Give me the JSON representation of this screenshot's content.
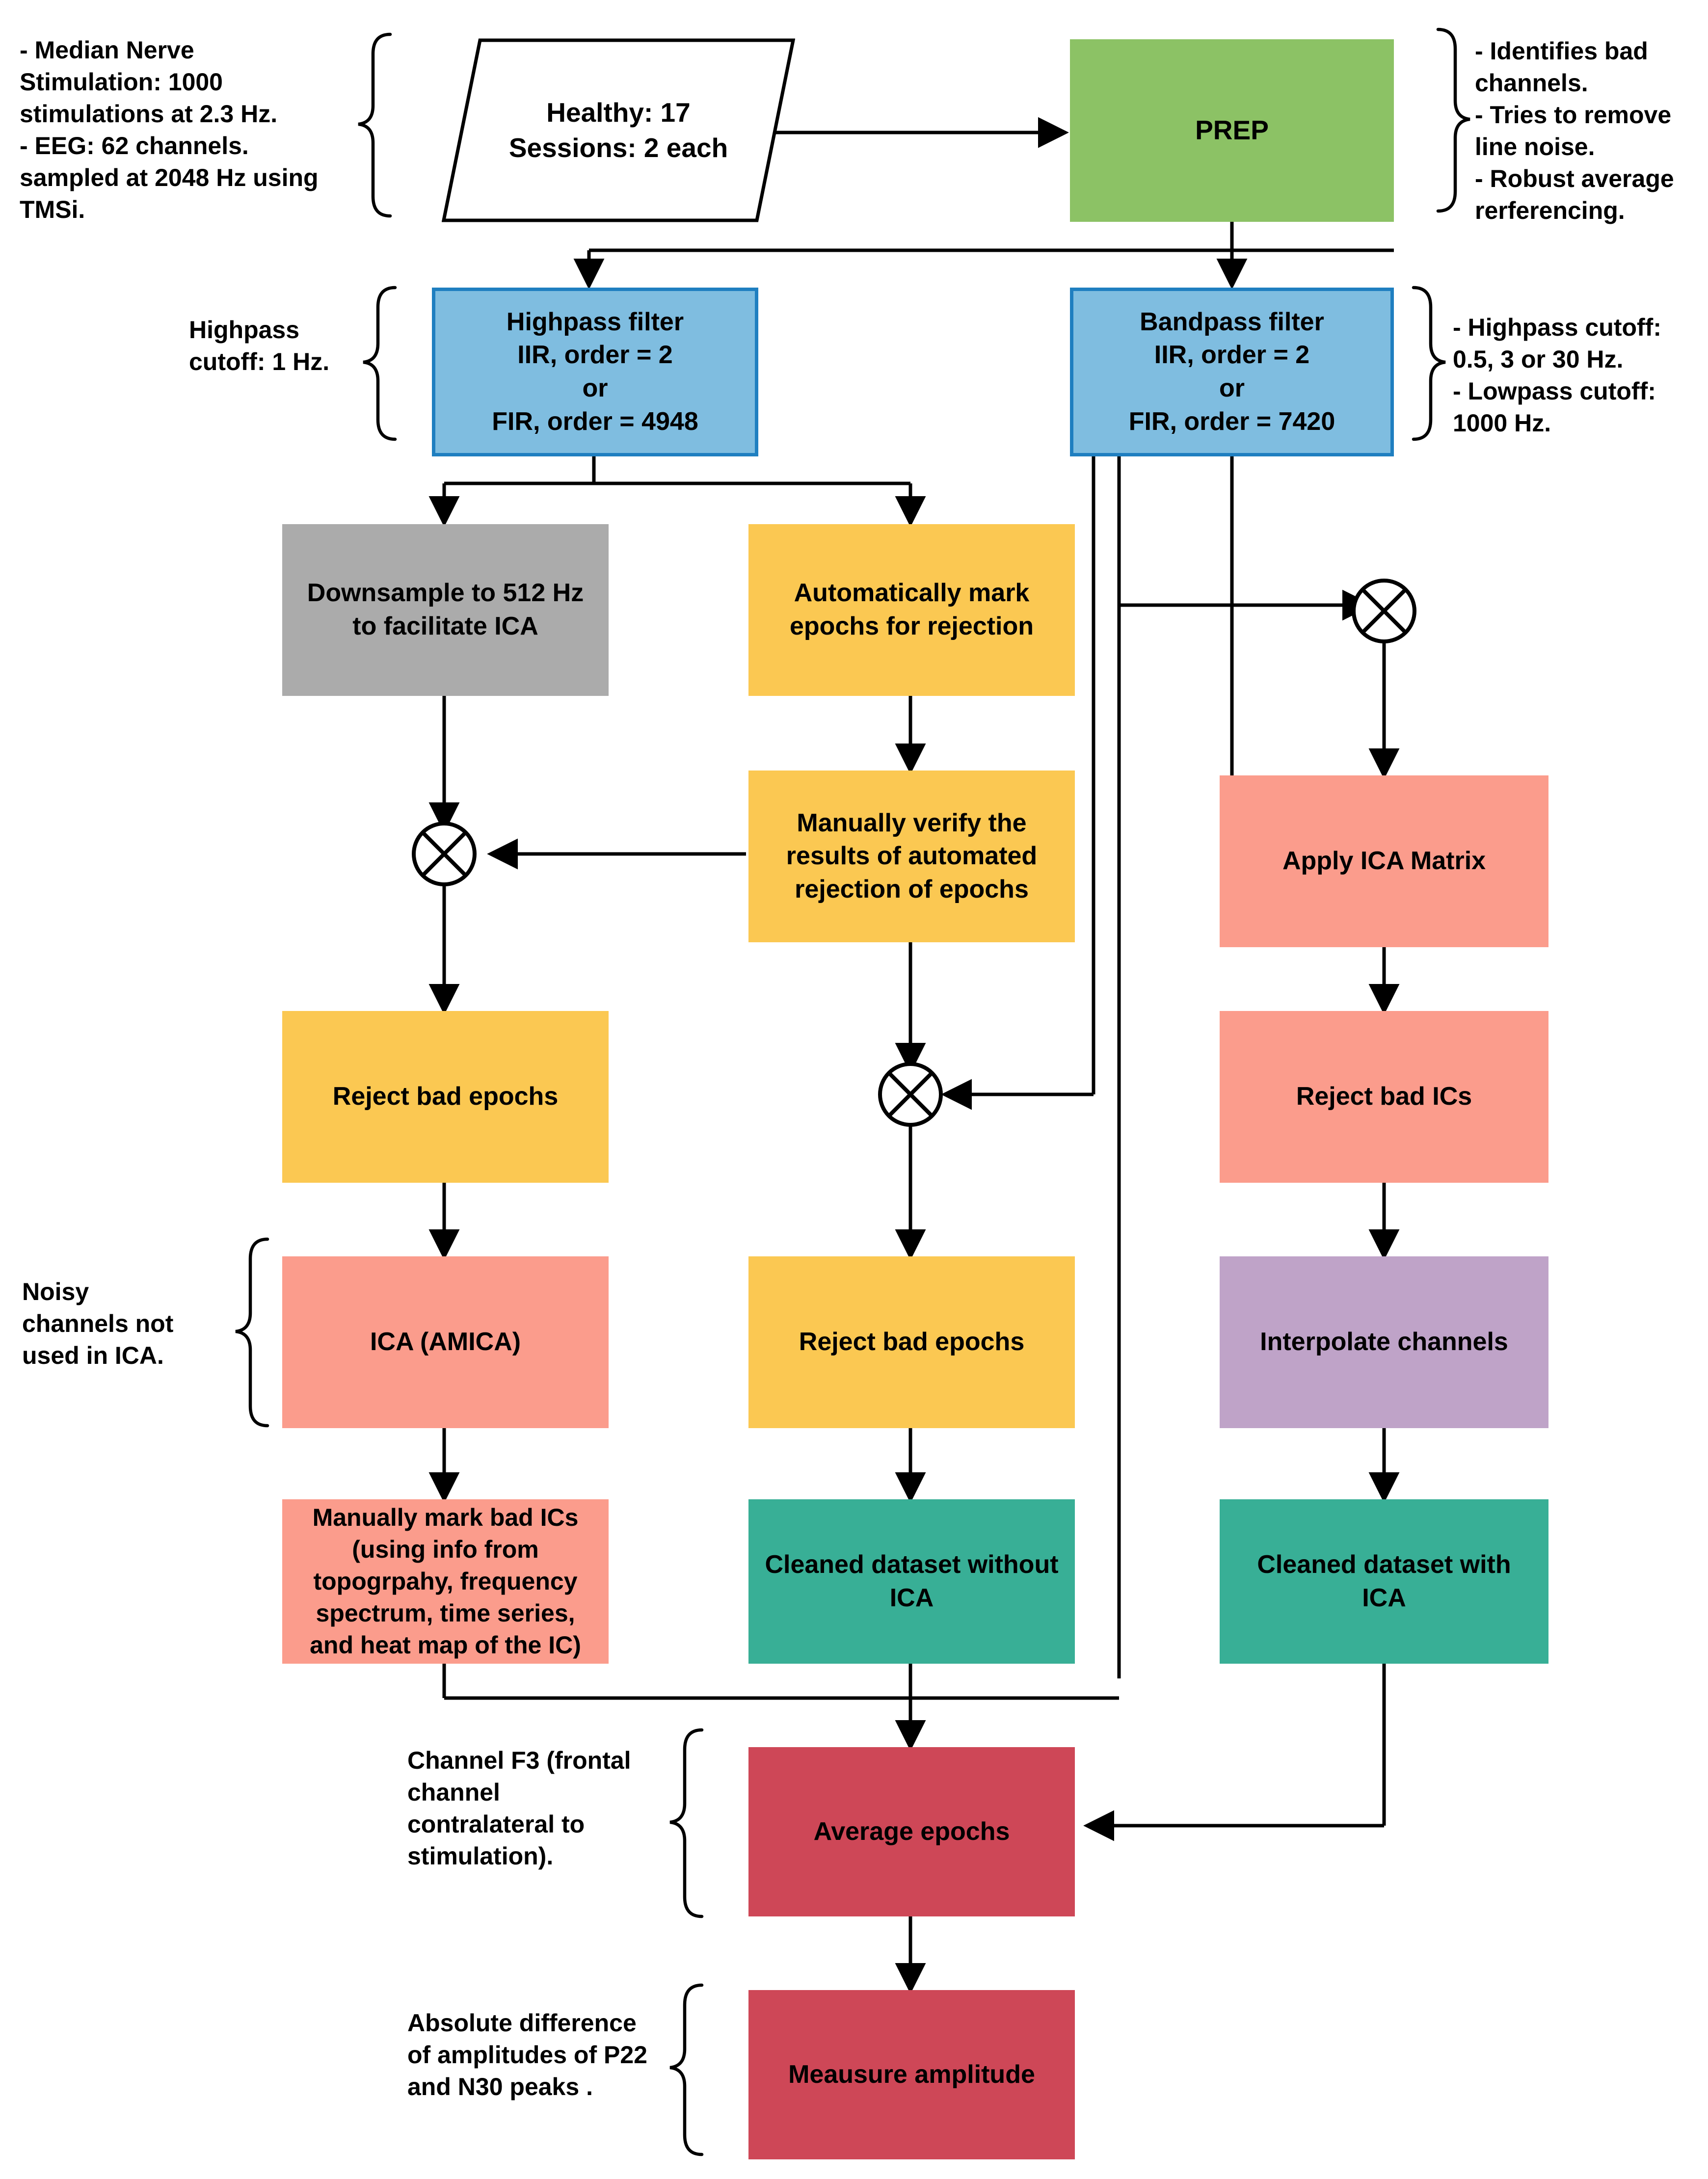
{
  "diagram": {
    "title": "EEG preprocessing pipeline flowchart",
    "colors": {
      "green": "#8CC265",
      "blue": "#7FBDE0",
      "blue_border": "#1F7FC0",
      "gray": "#ABABAB",
      "yellow": "#FBC852",
      "salmon": "#FB9C8C",
      "purple": "#BFA3C8",
      "teal": "#38AF96",
      "crimson": "#CE4757",
      "white": "#FFFFFF",
      "stroke": "#000000"
    },
    "nodes": {
      "dataset": {
        "label": "Healthy: 17\nSessions: 2 each",
        "shape": "parallelogram",
        "fill": "#FFFFFF"
      },
      "prep": {
        "label": "PREP",
        "shape": "rect",
        "fill": "#8CC265"
      },
      "highpass": {
        "label": "Highpass filter\nIIR, order = 2\nor\nFIR, order = 4948",
        "shape": "rect",
        "fill": "#7FBDE0"
      },
      "bandpass": {
        "label": "Bandpass filter\nIIR, order = 2\nor\nFIR, order = 7420",
        "shape": "rect",
        "fill": "#7FBDE0"
      },
      "downsample": {
        "label": "Downsample to 512 Hz\nto facilitate ICA",
        "shape": "rect",
        "fill": "#ABABAB"
      },
      "auto_mark": {
        "label": "Automatically mark\nepochs for rejection",
        "shape": "rect",
        "fill": "#FBC852"
      },
      "manual_verify": {
        "label": "Manually verify the\nresults of automated\nrejection of epochs",
        "shape": "rect",
        "fill": "#FBC852"
      },
      "apply_ica": {
        "label": "Apply ICA Matrix",
        "shape": "rect",
        "fill": "#FB9C8C"
      },
      "reject_epochs_left": {
        "label": "Reject bad epochs",
        "shape": "rect",
        "fill": "#FBC852"
      },
      "reject_ics": {
        "label": "Reject bad ICs",
        "shape": "rect",
        "fill": "#FB9C8C"
      },
      "ica_amica": {
        "label": "ICA (AMICA)",
        "shape": "rect",
        "fill": "#FB9C8C"
      },
      "reject_epochs_mid": {
        "label": "Reject bad epochs",
        "shape": "rect",
        "fill": "#FBC852"
      },
      "interpolate": {
        "label": "Interpolate channels",
        "shape": "rect",
        "fill": "#BFA3C8"
      },
      "mark_bad_ics": {
        "label": "Manually mark bad ICs\n(using info from\ntopogrpahy, frequency\nspectrum, time series,\nand heat map of the IC)",
        "shape": "rect",
        "fill": "#FB9C8C"
      },
      "cleaned_without_ica": {
        "label": "Cleaned dataset without\nICA",
        "shape": "rect",
        "fill": "#38AF96"
      },
      "cleaned_with_ica": {
        "label": "Cleaned dataset with\nICA",
        "shape": "rect",
        "fill": "#38AF96"
      },
      "average_epochs": {
        "label": "Average epochs",
        "shape": "rect",
        "fill": "#CE4757"
      },
      "measure_amplitude": {
        "label": "Meausure amplitude",
        "shape": "rect",
        "fill": "#CE4757"
      }
    },
    "junctions": {
      "j_right_top": {
        "symbol": "circle-x"
      },
      "j_left": {
        "symbol": "circle-x"
      },
      "j_mid": {
        "symbol": "circle-x"
      }
    },
    "annotations": {
      "acquisition": "- Median Nerve\nStimulation: 1000\nstimulations at 2.3 Hz.\n- EEG: 62 channels.\nsampled at 2048 Hz using\nTMSi.",
      "prep_notes": "- Identifies bad\nchannels.\n- Tries to remove\nline noise.\n- Robust average\nrerferencing.",
      "highpass_note": "Highpass\ncutoff: 1 Hz.",
      "bandpass_note": "- Highpass cutoff:\n0.5, 3 or 30 Hz.\n- Lowpass cutoff:\n1000 Hz.",
      "noisy_note": "Noisy\nchannels not\nused in ICA.",
      "channel_note": "Channel F3 (frontal\nchannel\ncontralateral to\nstimulation).",
      "amplitude_note": "Absolute difference\nof amplitudes of P22\nand N30 peaks ."
    }
  }
}
